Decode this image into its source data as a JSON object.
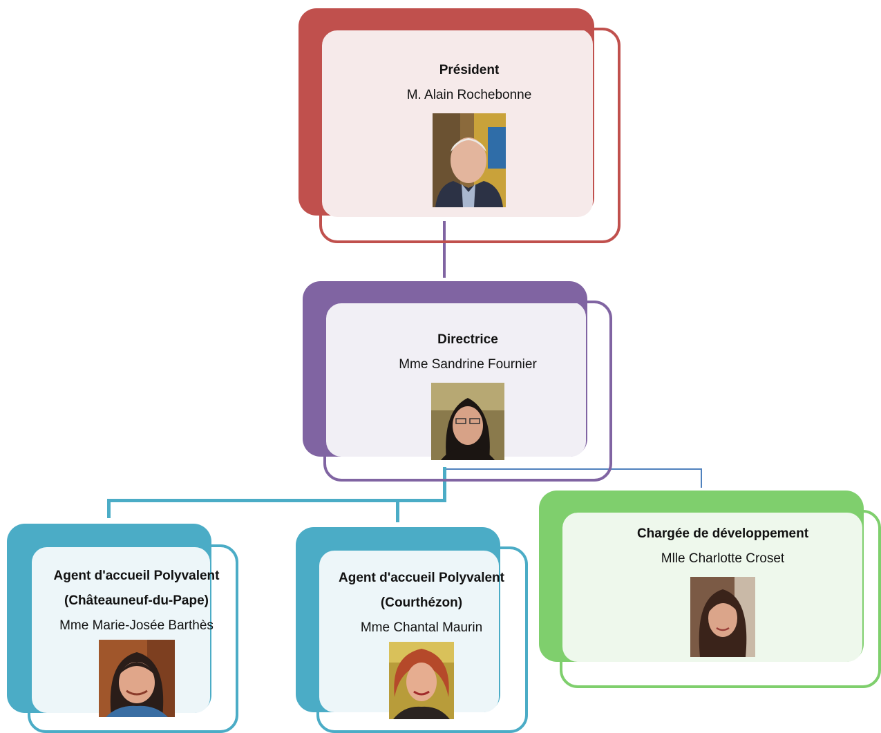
{
  "colors": {
    "president": "#c0504d",
    "directrice": "#8064a2",
    "agent": "#4bacc6",
    "developpement": "#7fcf6d"
  },
  "president": {
    "role": "Président",
    "name": "M. Alain Rochebonne"
  },
  "directrice": {
    "role": "Directrice",
    "name": "Mme Sandrine Fournier"
  },
  "agent1": {
    "role": "Agent d'accueil Polyvalent",
    "location": "(Châteauneuf-du-Pape)",
    "name": "Mme Marie-Josée Barthès"
  },
  "agent2": {
    "role": "Agent d'accueil Polyvalent",
    "location": "(Courthézon)",
    "name": "Mme Chantal Maurin"
  },
  "developpement": {
    "role": "Chargée de développement",
    "name": "Mlle Charlotte Croset"
  }
}
